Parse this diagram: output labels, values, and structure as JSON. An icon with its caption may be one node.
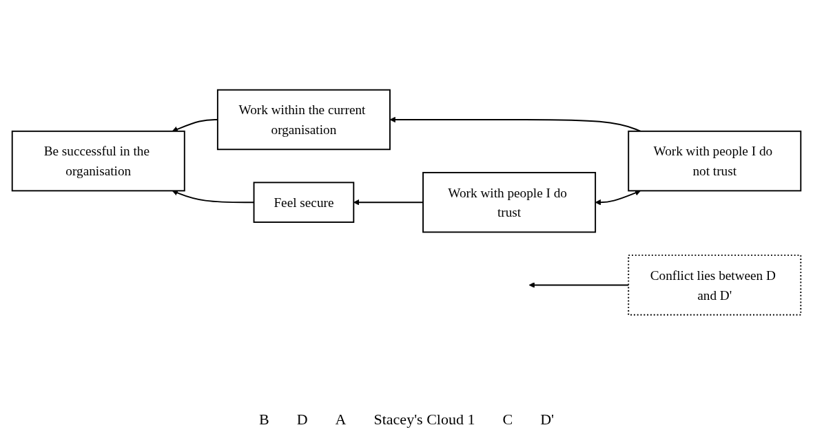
{
  "diagram": {
    "nodes": [
      {
        "text": [
          "Be successful in the organisation"
        ]
      },
      {
        "text": [
          "Work within the current organisation"
        ]
      },
      {
        "text": [
          "Work with people I do not trust"
        ]
      },
      {
        "text": [
          "Conflict lies between D and D'"
        ]
      },
      {
        "text": [
          "Feel secure"
        ]
      },
      {
        "text": [
          "Work with people I do trust"
        ]
      }
    ],
    "edges": [
      {
        "from": 1,
        "to": 0,
        "arrow": "to"
      },
      {
        "from": 2,
        "to": 1,
        "arrow": "to"
      },
      {
        "from": 2,
        "to": 5,
        "arrow": "both"
      },
      {
        "from": 3,
        "to": null,
        "arrow": "to"
      },
      {
        "from": 5,
        "to": 4,
        "arrow": "to"
      },
      {
        "from": 4,
        "to": 0,
        "arrow": "to"
      }
    ],
    "labels": [
      "B",
      "D",
      "A",
      "Stacey's Cloud 1",
      "C",
      "D'"
    ]
  }
}
